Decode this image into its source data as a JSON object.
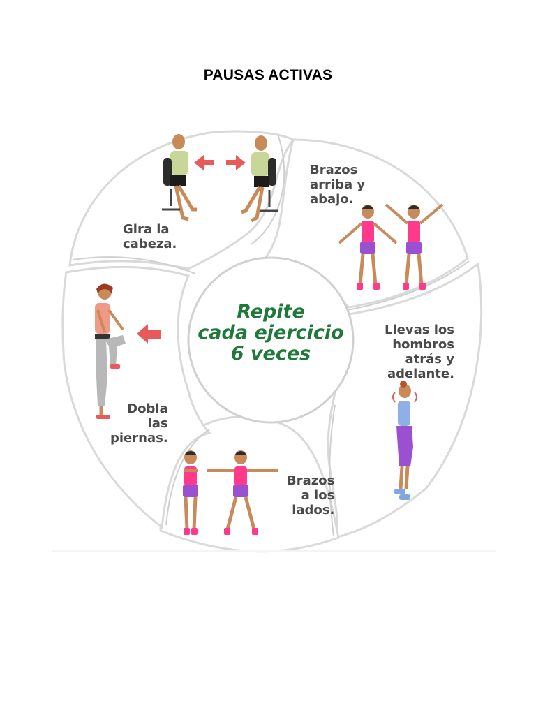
{
  "document": {
    "title": "PAUSAS ACTIVAS"
  },
  "infographic": {
    "center_lines": [
      "Repite",
      "cada ejercicio",
      "6 veces"
    ],
    "exercises": [
      {
        "label": "Gira la\ncabeza."
      },
      {
        "label": "Brazos\narriba y\nabajo."
      },
      {
        "label": "Llevas los\nhombros\natrás y\nadelante."
      },
      {
        "label": "Brazos\na los\nlados."
      },
      {
        "label": "Dobla\nlas\npiernas."
      }
    ]
  },
  "colors": {
    "title": "#000000",
    "center_text": "#1f7a3a",
    "label_text": "#4a4a4a",
    "arrow": "#e85a5a",
    "shirt_pink": "#ff3a8c",
    "shorts_purple": "#9b4fd1",
    "petal_stroke": "#dcdcdc"
  }
}
